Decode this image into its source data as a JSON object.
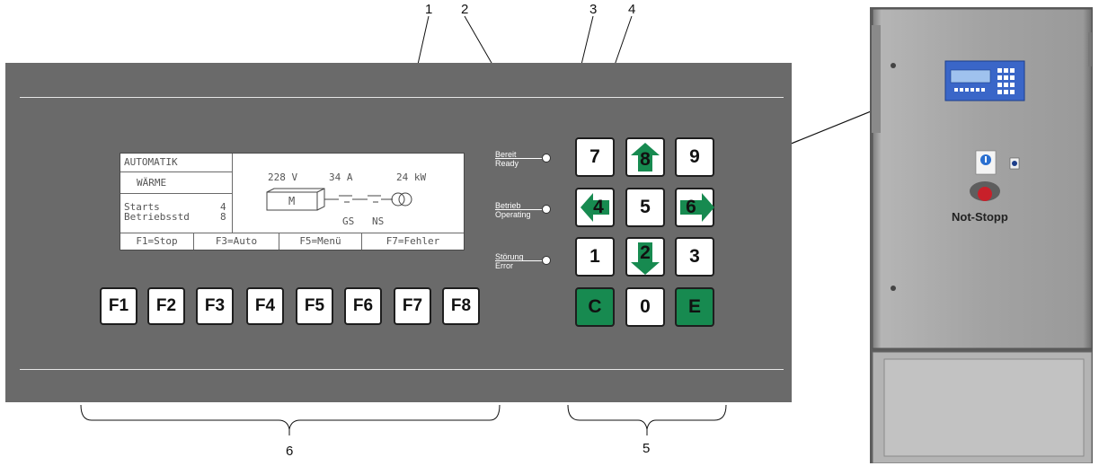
{
  "callouts": [
    "1",
    "2",
    "3",
    "4",
    "5",
    "6"
  ],
  "lcd": {
    "mode": "AUTOMATIK",
    "function": "WÄRME",
    "starts_label": "Starts",
    "starts_value": "4",
    "hours_label": "Betriebsstd",
    "hours_value": "8",
    "voltage": "228 V",
    "current": "34 A",
    "power": "24 kW",
    "motor": "M",
    "gs": "GS",
    "ns": "NS",
    "softkeys": [
      "F1=Stop",
      "F3=Auto",
      "F5=Menü",
      "F7=Fehler"
    ]
  },
  "fkeys": [
    "F1",
    "F2",
    "F3",
    "F4",
    "F5",
    "F6",
    "F7",
    "F8"
  ],
  "status": [
    {
      "de": "Bereit",
      "en": "Ready"
    },
    {
      "de": "Betrieb",
      "en": "Operating"
    },
    {
      "de": "Störung",
      "en": "Error"
    }
  ],
  "keypad": [
    "7",
    "8",
    "9",
    "4",
    "5",
    "6",
    "1",
    "2",
    "3",
    "C",
    "0",
    "E"
  ],
  "cabinet": {
    "label": "Not-Stopp"
  },
  "colors": {
    "panel": "#6a6a6a",
    "key_green": "#178a50",
    "cabinet": "#9a9a9a",
    "controller": "#3a66c8"
  }
}
